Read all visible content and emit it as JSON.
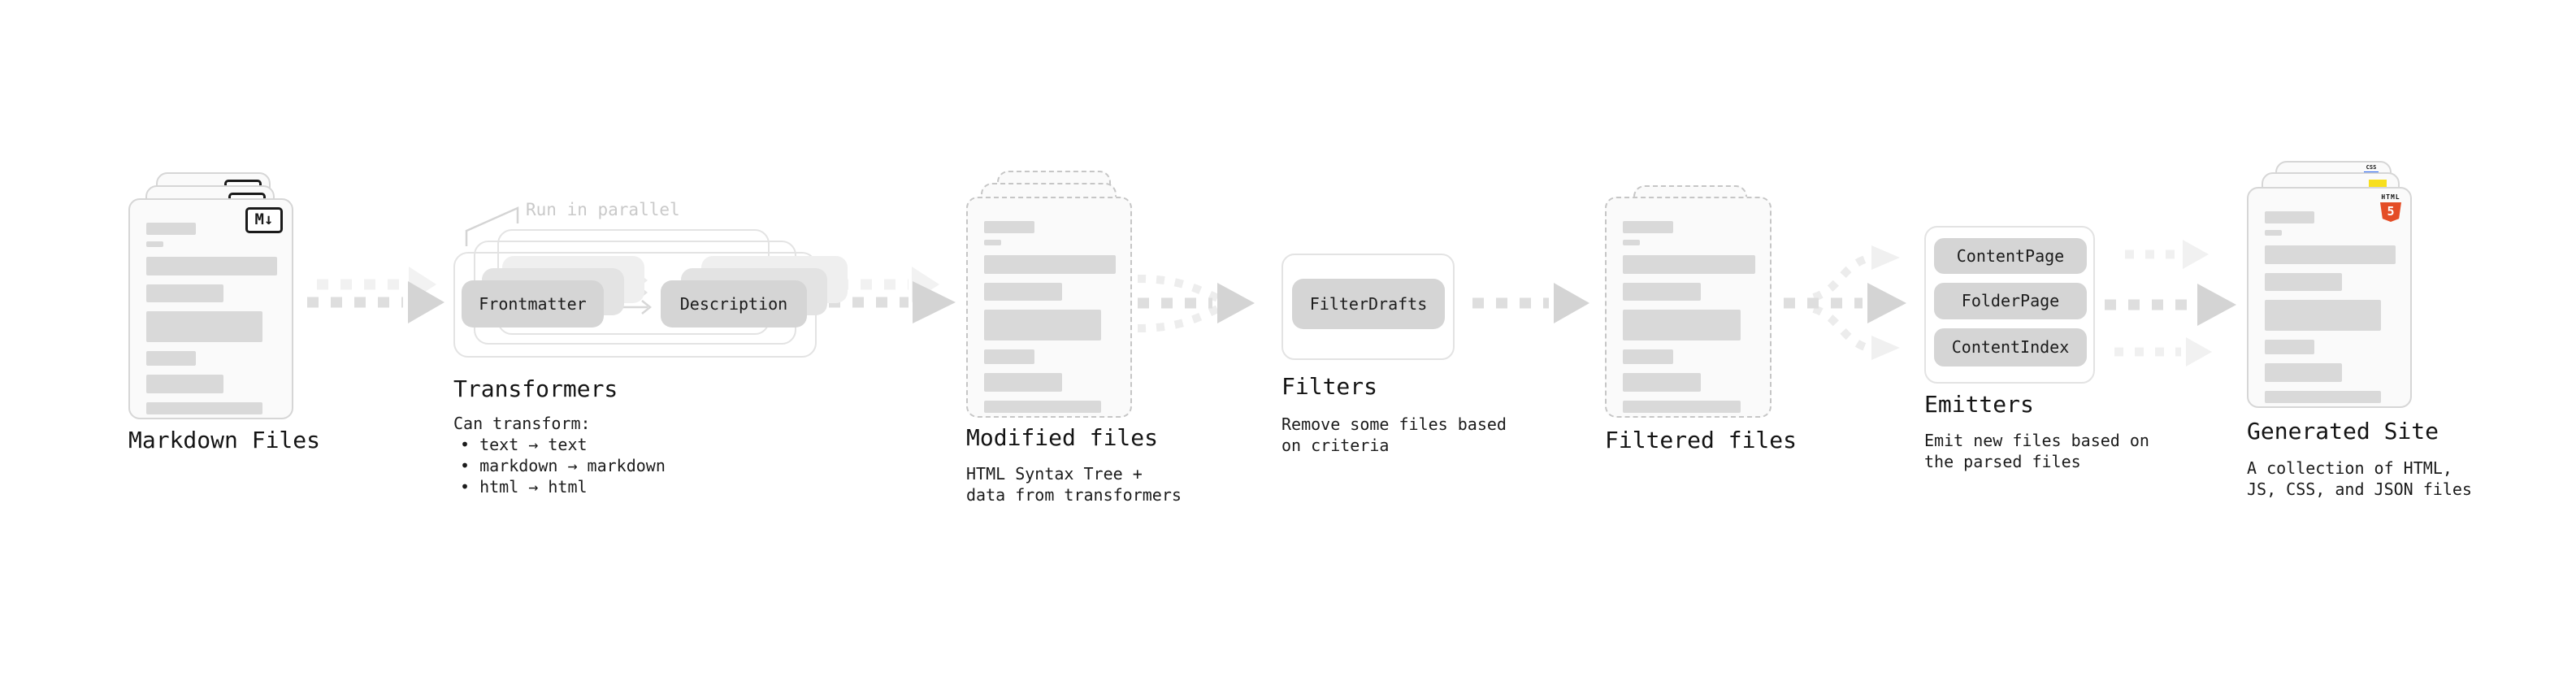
{
  "diagram": {
    "note": "Run in parallel",
    "stages": {
      "markdown": {
        "title": "Markdown Files"
      },
      "transformers": {
        "title": "Transformers",
        "pills": {
          "frontmatter": "Frontmatter",
          "description": "Description"
        },
        "desc": {
          "l0": "Can transform:",
          "l1": "• text → text",
          "l2": "• markdown → markdown",
          "l3": "• html → html"
        }
      },
      "modified": {
        "title": "Modified files",
        "desc": {
          "l0": "HTML Syntax Tree +",
          "l1": "data from transformers"
        }
      },
      "filters": {
        "title": "Filters",
        "pills": {
          "filterdrafts": "FilterDrafts"
        },
        "desc": {
          "l0": "Remove some files based",
          "l1": "on criteria"
        }
      },
      "filtered": {
        "title": "Filtered files"
      },
      "emitters": {
        "title": "Emitters",
        "pills": {
          "contentpage": "ContentPage",
          "folderpage": "FolderPage",
          "contentindex": "ContentIndex"
        },
        "desc": {
          "l0": "Emit new files based on",
          "l1": "the parsed files"
        }
      },
      "generated": {
        "title": "Generated Site",
        "desc": {
          "l0": "A collection of HTML,",
          "l1": "JS, CSS, and JSON files"
        }
      }
    },
    "badges": {
      "markdown": "M↓",
      "html5_label": "HTML",
      "html5_digit": "5",
      "css_label": "CSS"
    },
    "colors": {
      "bar": "#d9d9d9",
      "pill": "#d5d5d5",
      "card_border": "#d6d6d6",
      "dashed_border": "#c6c6c6",
      "arrow": "#d9d9d9",
      "arrow_light": "#efefef",
      "note_gray": "#c9c9c9",
      "html5_orange": "#e44d26",
      "js_yellow": "#f7df1e",
      "css_blue": "#2965f1"
    }
  }
}
